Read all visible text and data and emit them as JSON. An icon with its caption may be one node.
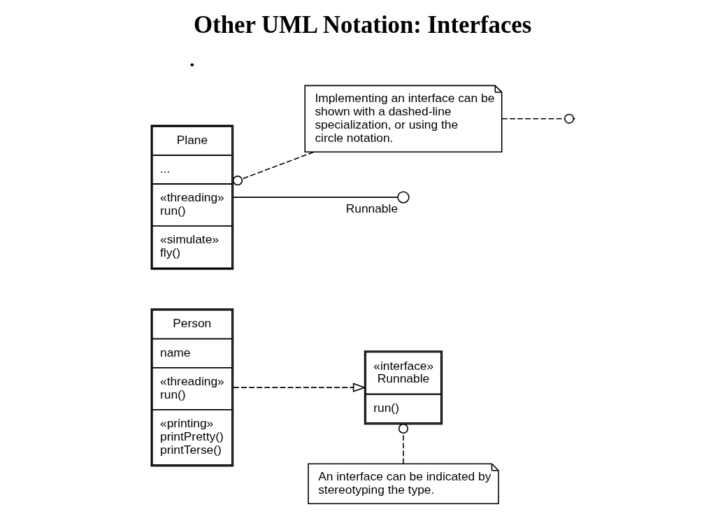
{
  "diagram": {
    "title": "Other UML Notation: Interfaces",
    "nodes": [
      {
        "text": [
          "Person",
          "name",
          "«threading» run()",
          "«printing» printPretty() printTerse()"
        ]
      },
      {
        "text": [
          "An interface can be indicated by stereotyping the type."
        ]
      },
      {
        "text": [
          "«interface» Runnable",
          "run()"
        ]
      },
      {
        "text": [
          "Implementing an interface can be shown with a dashed-line specialization, or using the circle notation."
        ]
      },
      {
        "text": [
          "Plane",
          "...",
          "«threading» run()",
          "«simulate» fly()"
        ]
      },
      {
        "text": [],
        "shape": "circle",
        "beside": [
          "Runnable"
        ]
      }
    ],
    "edges": [
      {
        "from": 0,
        "to": 2,
        "arrow": "to",
        "style": "dashed"
      },
      {
        "from": 1,
        "to": 2,
        "arrow": "other",
        "style": "dashed"
      },
      {
        "from": 3,
        "to": null,
        "arrow": "other",
        "style": "dashed"
      },
      {
        "from": 3,
        "to": 4,
        "arrow": "other",
        "style": "dashed"
      },
      {
        "from": 4,
        "to": 5,
        "arrow": "none"
      }
    ],
    "labels": [
      "•"
    ]
  }
}
